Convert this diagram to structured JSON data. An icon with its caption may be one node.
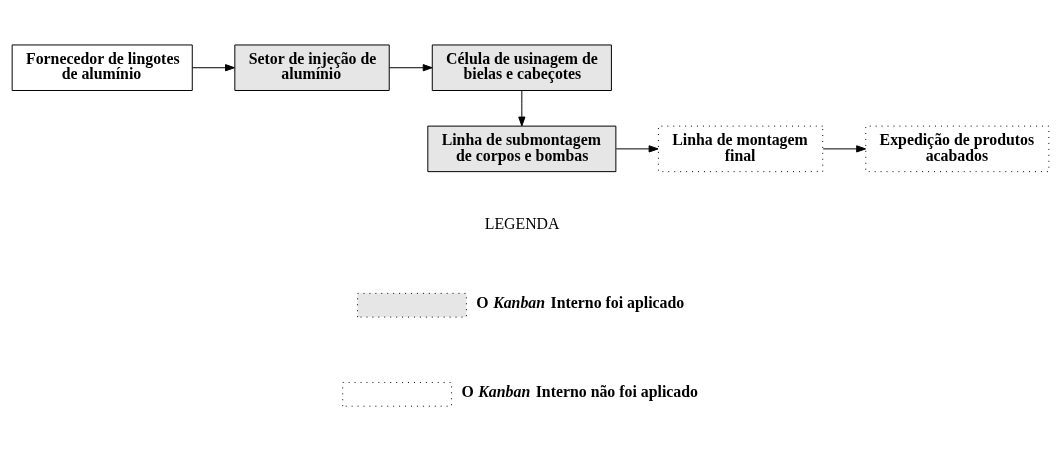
{
  "diagram": {
    "nodes": [
      {
        "text": [
          "Fornecedor de lingotes de alumínio"
        ]
      },
      {
        "text": [
          "Setor de injeção de alumínio"
        ]
      },
      {
        "text": [
          "Célula de usinagem de bielas e cabeçotes"
        ]
      },
      {
        "text": [
          "Linha de submontagem de corpos e bombas"
        ]
      },
      {
        "text": [
          "Linha de montagem final"
        ]
      },
      {
        "text": [
          "Expedição de produtos acabados"
        ]
      }
    ],
    "edges": [
      {
        "from": 0,
        "to": 1,
        "arrow": "to"
      },
      {
        "from": 1,
        "to": 2,
        "arrow": "to"
      },
      {
        "from": 2,
        "to": 3,
        "arrow": "to"
      },
      {
        "from": 3,
        "to": 4,
        "arrow": "to"
      },
      {
        "from": 4,
        "to": 5,
        "arrow": "to"
      }
    ],
    "labels": [
      "LEGENDA"
    ],
    "legend": [
      {
        "text": "O *Kanban* Interno foi aplicado",
        "color": "#e6e6e6"
      },
      {
        "text": "O *Kanban* Interno não foi aplicado",
        "color": "#ffffff"
      }
    ]
  }
}
